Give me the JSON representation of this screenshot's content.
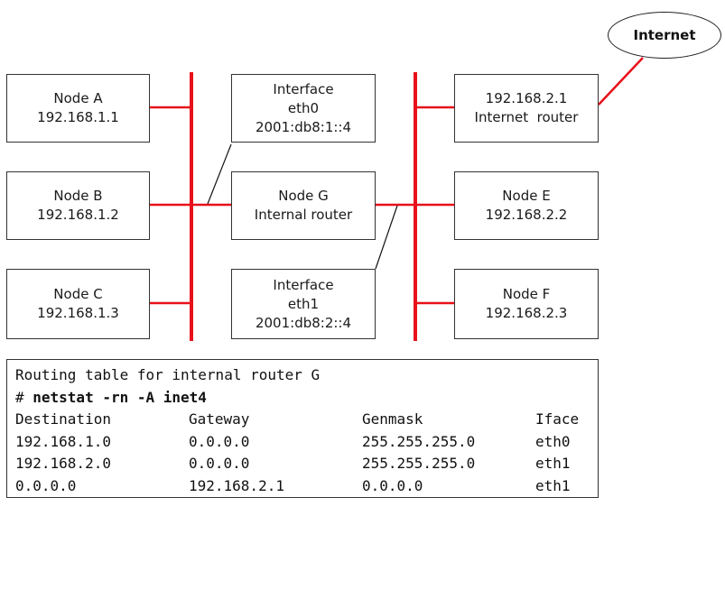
{
  "left_nodes": [
    {
      "name": "Node A",
      "address": "192.168.1.1"
    },
    {
      "name": "Node B",
      "address": "192.168.1.2"
    },
    {
      "name": "Node C",
      "address": "192.168.1.3"
    }
  ],
  "interface_eth0": {
    "title": "Interface",
    "name": "eth0",
    "address": "2001:db8:1::4"
  },
  "router_g": {
    "name": "Node G",
    "role": "Internal router"
  },
  "interface_eth1": {
    "title": "Interface",
    "name": "eth1",
    "address": "2001:db8:2::4"
  },
  "internet_router": {
    "address": "192.168.2.1",
    "role": "Internet  router"
  },
  "right_nodes": [
    {
      "name": "Node E",
      "address": "192.168.2.2"
    },
    {
      "name": "Node F",
      "address": "192.168.2.3"
    }
  ],
  "internet": {
    "label": "Internet"
  },
  "routing_table": {
    "title": "Routing table for internal router G",
    "prompt": "# ",
    "command": "netstat -rn -A inet4",
    "headers": [
      "Destination",
      "Gateway",
      "Genmask",
      "Iface"
    ],
    "rows": [
      [
        "192.168.1.0",
        "0.0.0.0",
        "255.255.255.0",
        "eth0"
      ],
      [
        "192.168.2.0",
        "0.0.0.0",
        "255.255.255.0",
        "eth1"
      ],
      [
        "0.0.0.0",
        "192.168.2.1",
        "0.0.0.0",
        "eth1"
      ]
    ]
  },
  "colors": {
    "network_line": "#e8101a",
    "callout_line": "#111111",
    "box_border": "#333333"
  }
}
